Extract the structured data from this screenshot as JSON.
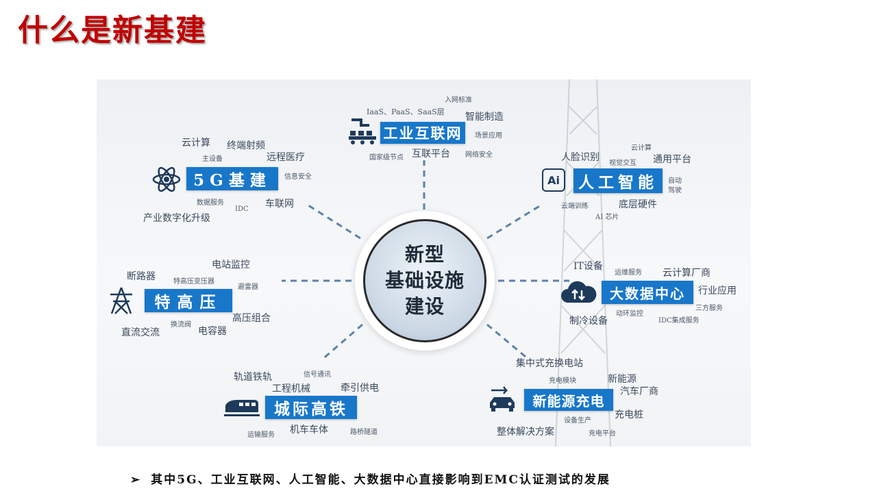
{
  "title": "什么是新基建",
  "center": {
    "lines": [
      "新型",
      "基础设施",
      "建设"
    ]
  },
  "categories": {
    "industrial_internet": {
      "label": "工业互联网",
      "keywords": [
        "入网标准",
        "IaaS、PaaS、SaaS层",
        "智能制造",
        "场景应用",
        "国家级节点",
        "互联平台",
        "网络安全"
      ]
    },
    "g5": {
      "label": "5G基建",
      "keywords": [
        "云计算",
        "终端射频",
        "主设备",
        "远程医疗",
        "信息安全",
        "数据服务",
        "IDC",
        "车联网",
        "产业数字化升级"
      ]
    },
    "ai": {
      "label": "人工智能",
      "icon_text": "Ai",
      "keywords": [
        "云计算",
        "人脸识别",
        "视觉交互",
        "通用平台",
        "自动驾驶",
        "云端训练",
        "底层硬件",
        "AI 芯片"
      ]
    },
    "uhv": {
      "label": "特高压",
      "keywords": [
        "电站监控",
        "断路器",
        "特高压变压器",
        "避雷器",
        "高压组合",
        "换流阀",
        "直流交流",
        "电容器"
      ]
    },
    "bigdata": {
      "label": "大数据中心",
      "keywords": [
        "IT设备",
        "运维服务",
        "云计算厂商",
        "行业应用",
        "三方服务",
        "动环监控",
        "IDC集成服务",
        "制冷设备"
      ]
    },
    "rail": {
      "label": "城际高铁",
      "keywords": [
        "信号通讯",
        "轨道铁轨",
        "工程机械",
        "牵引供电",
        "运输服务",
        "机车车体",
        "路桥隧道"
      ]
    },
    "ev": {
      "label": "新能源充电",
      "keywords": [
        "集中式充换电站",
        "充电模块",
        "新能源",
        "汽车厂商",
        "充电桩",
        "设备生产",
        "整体解决方案",
        "充电平台"
      ]
    }
  },
  "footer": {
    "arrow": "➢",
    "text": "其中5G、工业互联网、人工智能、大数据中心直接影响到EMC认证测试的发展"
  },
  "colors": {
    "title": "#c00000",
    "category_bg": "#1877c9",
    "dash": "#5a82a8"
  }
}
